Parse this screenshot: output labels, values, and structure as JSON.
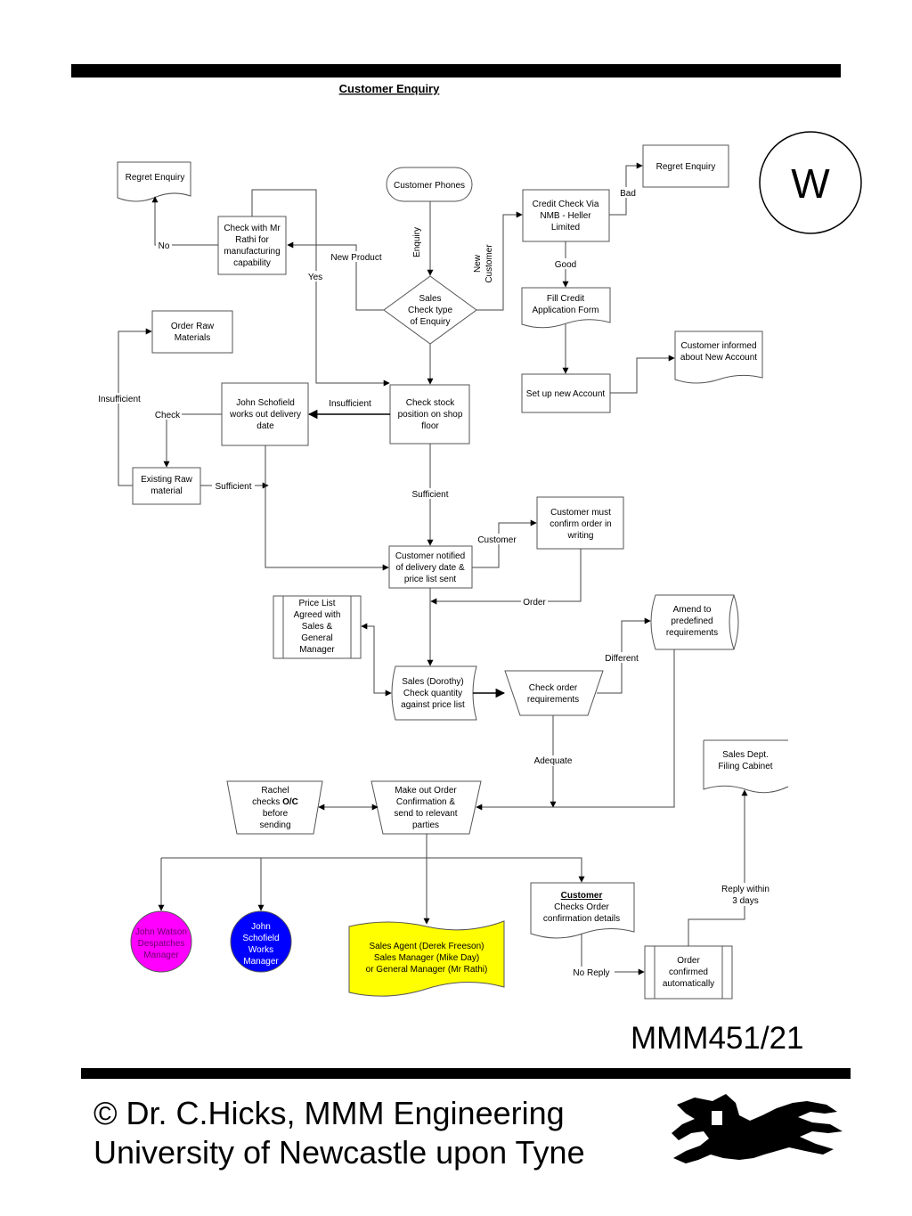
{
  "title": "Customer Enquiry",
  "badge": "W",
  "code": "MMM451/21",
  "footer": {
    "line1": "© Dr. C.Hicks, MMM Engineering",
    "line2": "University of Newcastle upon Tyne"
  },
  "nodes": {
    "customer_phones": "Customer Phones",
    "regret_left": "Regret Enquiry",
    "regret_right": "Regret Enquiry",
    "check_rathi": [
      "Check with Mr",
      "Rathi for",
      "manufacturing",
      "capability"
    ],
    "credit_check": [
      "Credit Check Via",
      "NMB - Heller",
      "Limited"
    ],
    "sales_check": [
      "Sales",
      "Check type",
      "of Enquiry"
    ],
    "fill_credit": [
      "Fill Credit",
      "Application Form"
    ],
    "order_raw": [
      "Order Raw",
      "Materials"
    ],
    "customer_informed": [
      "Customer informed",
      "about New Account"
    ],
    "set_up_account": "Set up new Account",
    "john_schofield": [
      "John Schofield",
      "works out delivery",
      "date"
    ],
    "check_stock": [
      "Check stock",
      "position on shop",
      "floor"
    ],
    "existing_raw": [
      "Existing Raw",
      "material"
    ],
    "customer_must": [
      "Customer must",
      "confirm order in",
      "writing"
    ],
    "customer_notified": [
      "Customer notified",
      "of delivery date &",
      "price list sent"
    ],
    "price_list": [
      "Price List",
      "Agreed with",
      "Sales &",
      "General",
      "Manager"
    ],
    "amend": [
      "Amend to",
      "predefined",
      "requirements"
    ],
    "sales_dorothy": [
      "Sales (Dorothy)",
      "Check quantity",
      "against price list"
    ],
    "check_order": [
      "Check order",
      "requirements"
    ],
    "sales_filing": [
      "Sales Dept.",
      "Filing Cabinet"
    ],
    "rachel": [
      "Rachel",
      "checks",
      "O/C",
      "before",
      "sending"
    ],
    "make_order": [
      "Make out Order",
      "Confirmation &",
      "send to relevant",
      "parties"
    ],
    "customer_checks": [
      "Customer",
      "Checks Order",
      "confirmation details"
    ],
    "john_watson": [
      "John Watson",
      "Despatches",
      "Manager"
    ],
    "john_schofield_wm": [
      "John",
      "Schofield",
      "Works",
      "Manager"
    ],
    "sales_agent": [
      "Sales Agent (Derek Freeson)",
      "Sales Manager (Mike Day)",
      "or General Manager (Mr Rathi)"
    ],
    "order_confirmed": [
      "Order",
      "confirmed",
      "automatically"
    ]
  },
  "edge_labels": {
    "bad": "Bad",
    "no": "No",
    "new_product": "New Product",
    "yes": "Yes",
    "enquiry": "Enquiry",
    "new_customer": [
      "New",
      "Customer"
    ],
    "good": "Good",
    "insufficient_left": "Insufficient",
    "check": "Check",
    "insufficient_mid": "Insufficient",
    "sufficient_left": "Sufficient",
    "sufficient_mid": "Sufficient",
    "customer": "Customer",
    "order": "Order",
    "different": "Different",
    "adequate": "Adequate",
    "reply_within": [
      "Reply within",
      "3 days"
    ],
    "no_reply": "No Reply"
  },
  "colors": {
    "watson_fill": "#ff00ff",
    "schofield_fill": "#0000ff",
    "agent_fill": "#ffff00"
  }
}
